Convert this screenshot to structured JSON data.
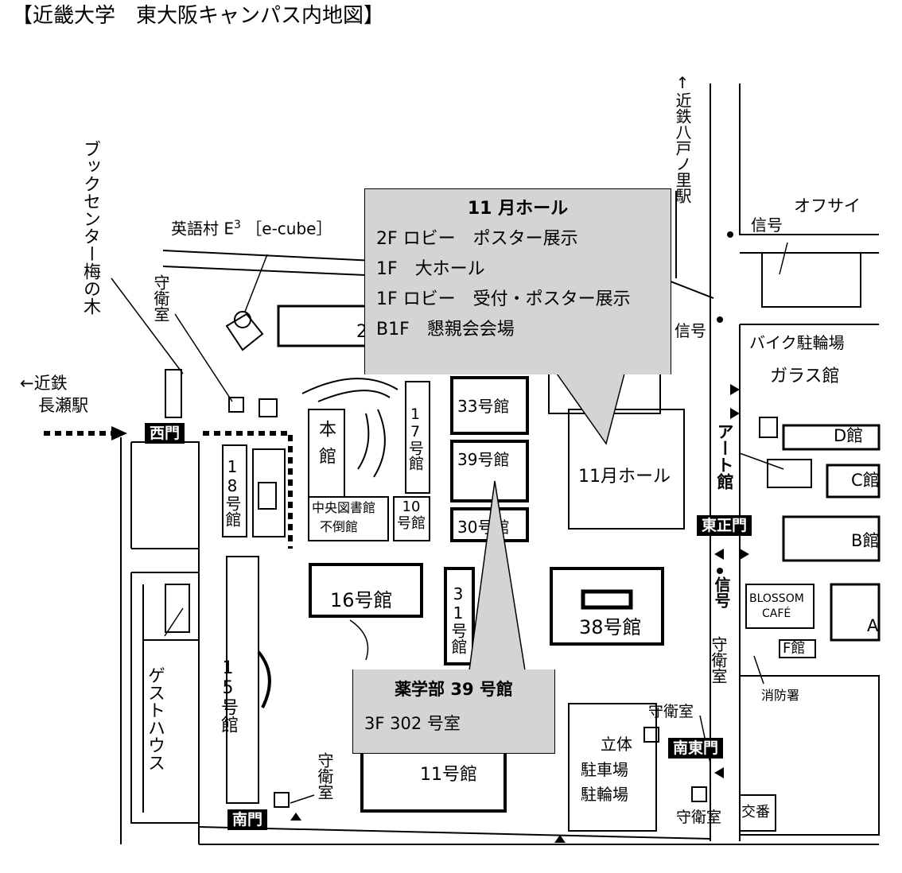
{
  "title": "【近畿大学　東大阪キャンパス内地図】",
  "callouts": {
    "hall11": {
      "heading": "11 月ホール",
      "lines": [
        "2F ロビー　ポスター展示",
        "1F　大ホール",
        "1F ロビー　受付・ポスター展示",
        "B1F　懇親会会場"
      ]
    },
    "pharmacy39": {
      "heading": "薬学部 39 号館",
      "lines": [
        "3F 302 号室"
      ]
    }
  },
  "gates": {
    "west": "西門",
    "east": "東正門",
    "south": "南門",
    "southeast": "南東門"
  },
  "stations": {
    "nagase_line1": "←近鉄",
    "nagase_line2": "長瀬駅",
    "yaenosato": "↑近鉄八戸ノ里駅"
  },
  "labels": {
    "book_center": "ブックセンター梅の木",
    "eigomura": "英語村 E",
    "eigomura_sup": "3",
    "eigomura_bracket": "［e-cube］",
    "guard_left": "守衛室",
    "guard_south": "守衛室",
    "guard_east": "守衛室",
    "guard_southeast": "守衛室",
    "guard_bottom": "守衛室",
    "signal_top": "信号",
    "signal_mid": "信号",
    "signal_east": "信号",
    "office": "オフサイ",
    "bike": "バイク駐輪場",
    "glass": "ガラス館",
    "art": "アート館",
    "d_hall": "D館",
    "c_hall": "C館",
    "b_hall": "B館",
    "a_hall": "A",
    "blossom1": "BLOSSOM",
    "blossom2": "CAFÉ",
    "f_hall": "F館",
    "fire": "消防署",
    "koban": "交番",
    "guesthouse": "ゲストハウス",
    "main_hall": "本館",
    "library1": "中央図書館",
    "library2": "不倒館",
    "b10": "10号館",
    "b17": "17号館",
    "b18": "18号館",
    "b15": "15号館",
    "b16": "16号館",
    "b31": "31号館",
    "b33": "33号館",
    "b39": "39号館",
    "b30": "30号館",
    "b38": "38号館",
    "b11": "11号館",
    "hall11_building": "11月ホール",
    "parking1": "立体",
    "parking2": "駐車場",
    "parking3": "駐輪場",
    "b2": "2"
  }
}
